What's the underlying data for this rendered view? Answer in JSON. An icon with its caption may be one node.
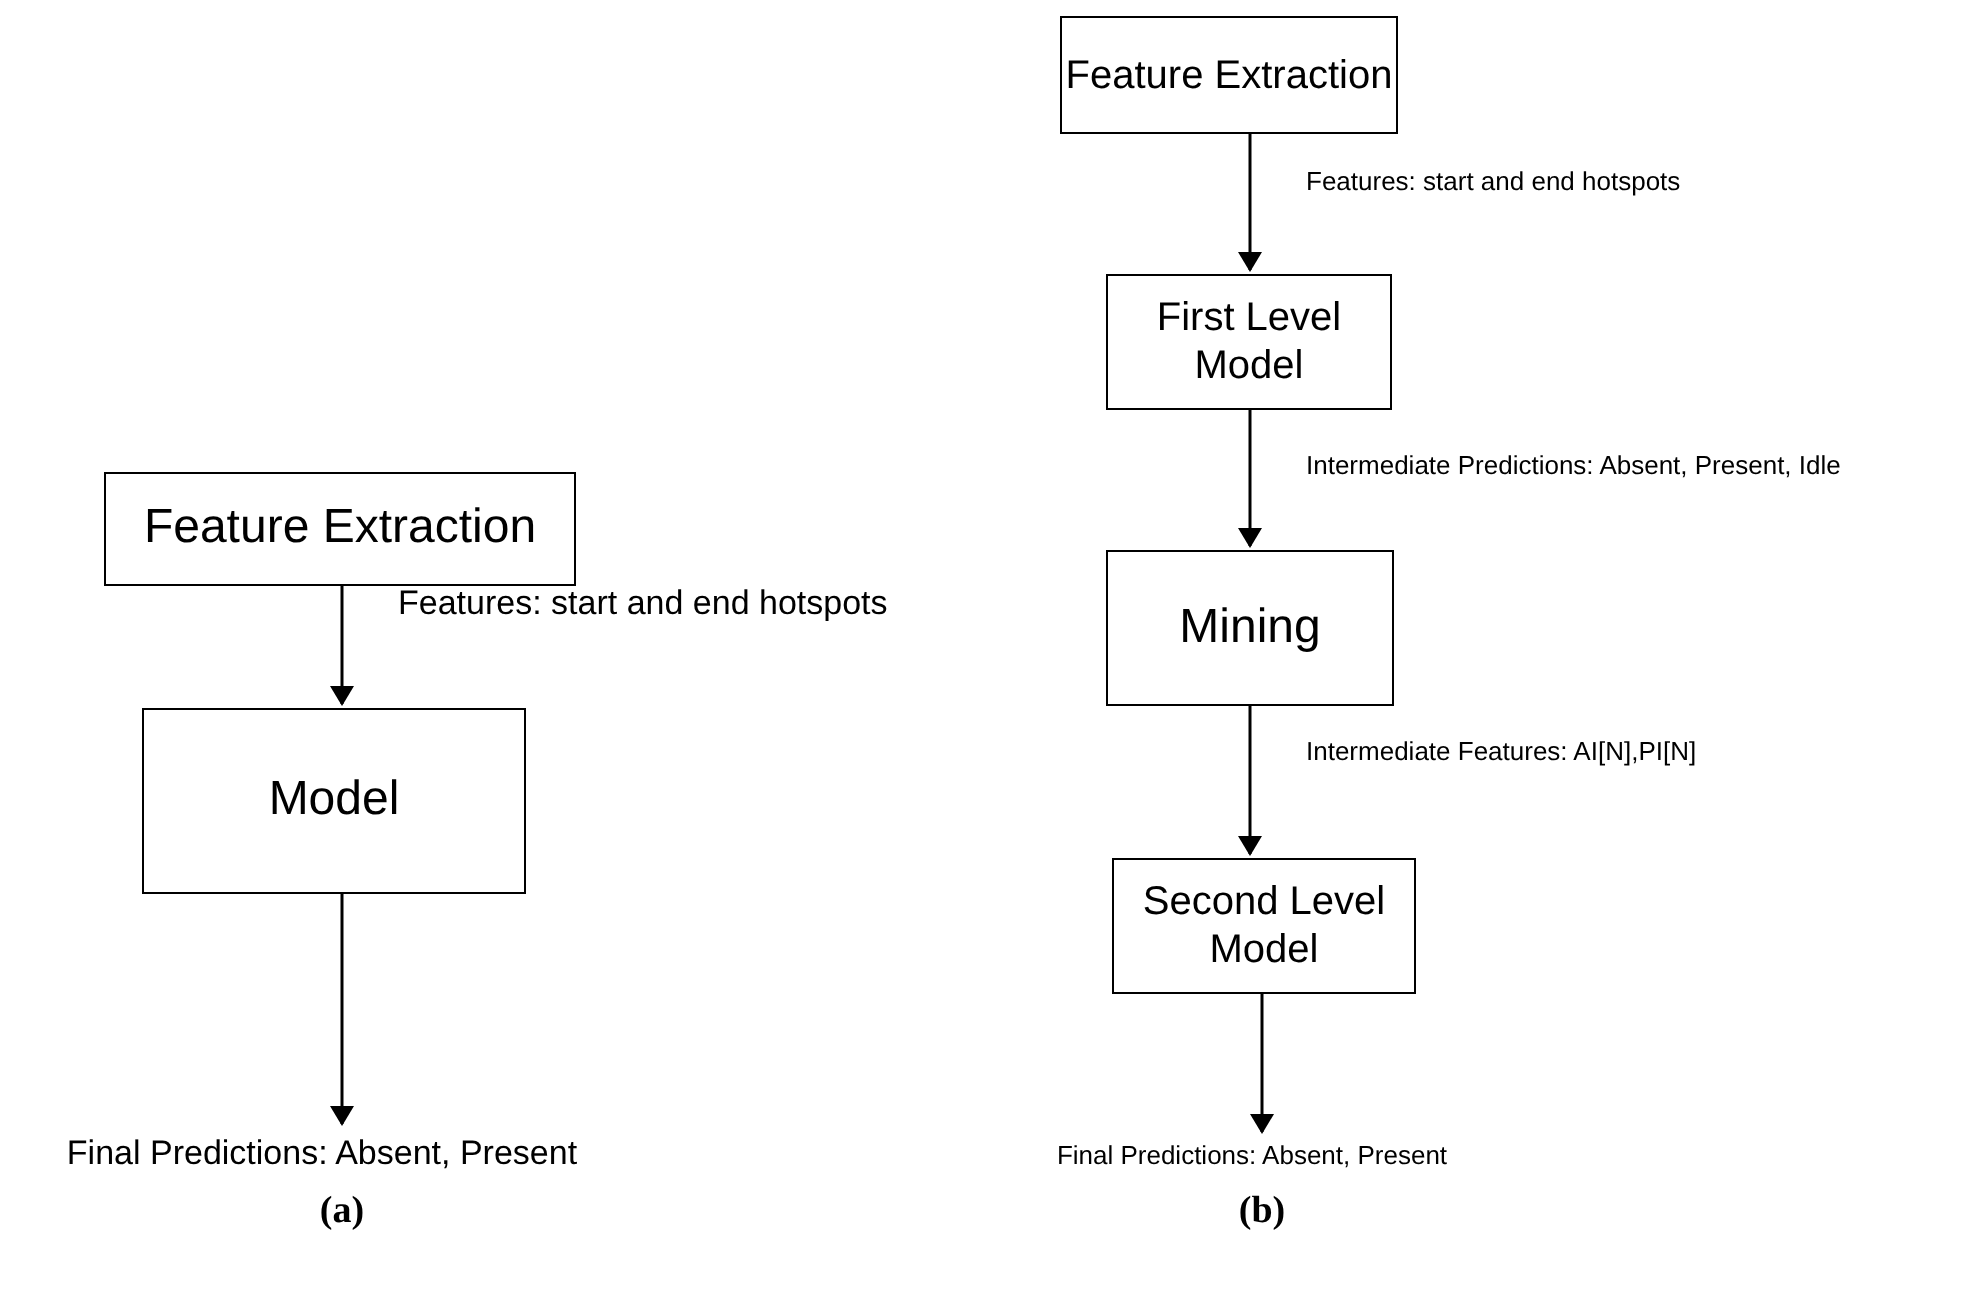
{
  "diagram": {
    "nodes": [
      {
        "text": [
          "Feature Extraction"
        ]
      },
      {
        "text": [
          "Model"
        ]
      },
      {
        "text": [
          "Final Predictions: Absent, Present"
        ]
      },
      {
        "text": [
          "Feature Extraction"
        ]
      },
      {
        "text": [
          "First Level Model"
        ]
      },
      {
        "text": [
          "Mining"
        ]
      },
      {
        "text": [
          "Second Level Model"
        ]
      },
      {
        "text": [
          "Final Predictions: Absent, Present"
        ]
      }
    ],
    "edges": [
      {
        "from": 0,
        "to": 1,
        "arrow": "to",
        "label": "Features: start and end hotspots"
      },
      {
        "from": 1,
        "to": 2,
        "arrow": "to"
      },
      {
        "from": 3,
        "to": 4,
        "arrow": "to",
        "label": "Features: start and end hotspots"
      },
      {
        "from": 4,
        "to": 5,
        "arrow": "to",
        "label": "Intermediate Predictions: Absent, Present, Idle"
      },
      {
        "from": 5,
        "to": 6,
        "arrow": "to",
        "label": "Intermediate Features: AI[N],PI[N]"
      },
      {
        "from": 6,
        "to": 7,
        "arrow": "to"
      }
    ],
    "labels": [
      "(a)",
      "(b)"
    ]
  }
}
